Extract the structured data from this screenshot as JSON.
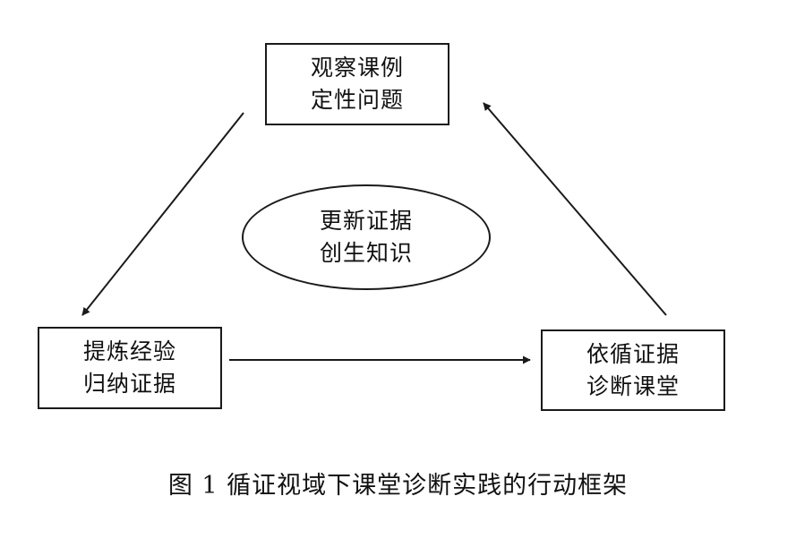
{
  "nodes": {
    "top": {
      "line1": "观察课例",
      "line2": "定性问题"
    },
    "left": {
      "line1": "提炼经验",
      "line2": "归纳证据"
    },
    "right": {
      "line1": "依循证据",
      "line2": "诊断课堂"
    }
  },
  "center": {
    "line1": "更新证据",
    "line2": "创生知识"
  },
  "caption": "图 1  循证视域下课堂诊断实践的行动框架"
}
